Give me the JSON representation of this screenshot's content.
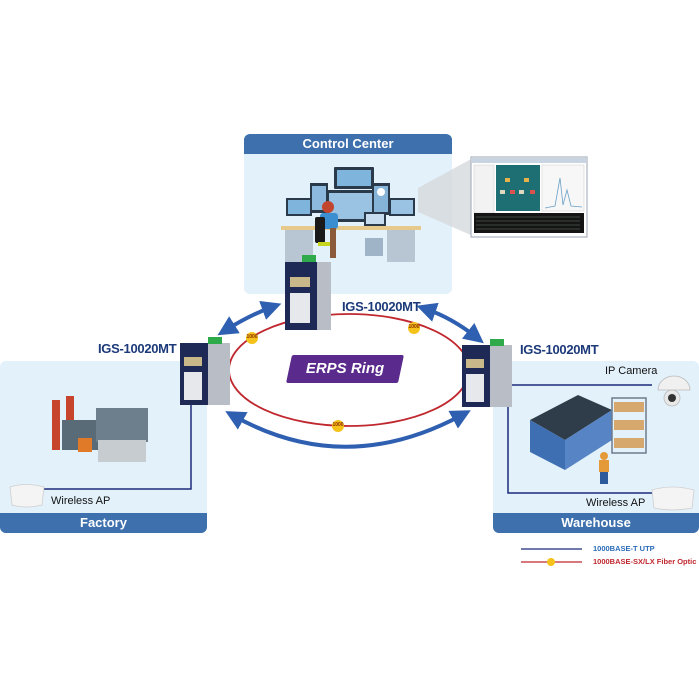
{
  "diagram": {
    "title": "ERPS Ring",
    "colors": {
      "panel_bg": "#e3f1fb",
      "panel_bar": "#3d70ad",
      "ring_fiber": "#c0282f",
      "utp_line": "#1c2a7a",
      "arrow": "#2f5fb0",
      "erps_badge": "#5a2a8c",
      "fiber_dot": "#f5c21b",
      "model_text": "#1c3a7a"
    },
    "sites": [
      {
        "id": "control-center",
        "label": "Control Center",
        "switch_model": "IGS-10020MT",
        "devices": [
          "Operator workstation",
          "Monitoring screen"
        ]
      },
      {
        "id": "factory",
        "label": "Factory",
        "switch_model": "IGS-10020MT",
        "devices": [
          "Wireless AP"
        ]
      },
      {
        "id": "warehouse",
        "label": "Warehouse",
        "switch_model": "IGS-10020MT",
        "devices": [
          "IP Camera",
          "Wireless AP"
        ]
      }
    ],
    "labels": {
      "control_center": "Control Center",
      "factory": "Factory",
      "warehouse": "Warehouse",
      "switch_top": "IGS-10020MT",
      "switch_left": "IGS-10020MT",
      "switch_right": "IGS-10020MT",
      "ring": "ERPS Ring",
      "factory_ap": "Wireless AP",
      "warehouse_ap": "Wireless AP",
      "ip_camera": "IP Camera"
    },
    "fiber_dot_label": "1000",
    "legend": [
      {
        "type": "utp",
        "label": "1000BASE-T UTP",
        "text_color": "#2a6bb8"
      },
      {
        "type": "fiber",
        "label": "1000BASE-SX/LX Fiber Optic",
        "text_color": "#c0282f"
      }
    ]
  }
}
